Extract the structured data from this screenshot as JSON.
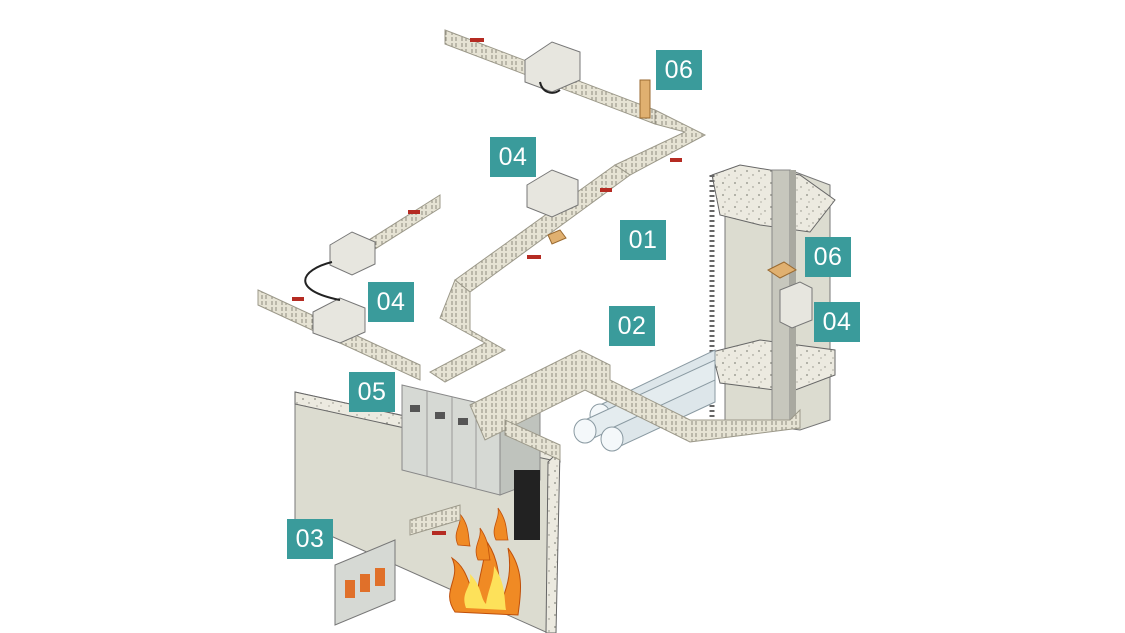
{
  "labels": {
    "tag_01": "01",
    "tag_02": "02",
    "tag_03": "03",
    "tag_04_center": "04",
    "tag_04_left": "04",
    "tag_04_right": "04",
    "tag_05": "05",
    "tag_06_top": "06",
    "tag_06_right": "06"
  },
  "colors": {
    "tag_bg": "#3a9b9b",
    "tag_text": "#ffffff",
    "busbar_body": "#e6e3d4",
    "busbar_edge": "#9c998a",
    "wall": "#dcdcd0",
    "concrete": "#eceae0",
    "pipe": "#dde6ea",
    "cabinet": "#d6d9d4",
    "fire_outer": "#f08a24",
    "fire_inner": "#fde15a",
    "bracket": "#e0b070",
    "red_tap": "#b52b22"
  }
}
